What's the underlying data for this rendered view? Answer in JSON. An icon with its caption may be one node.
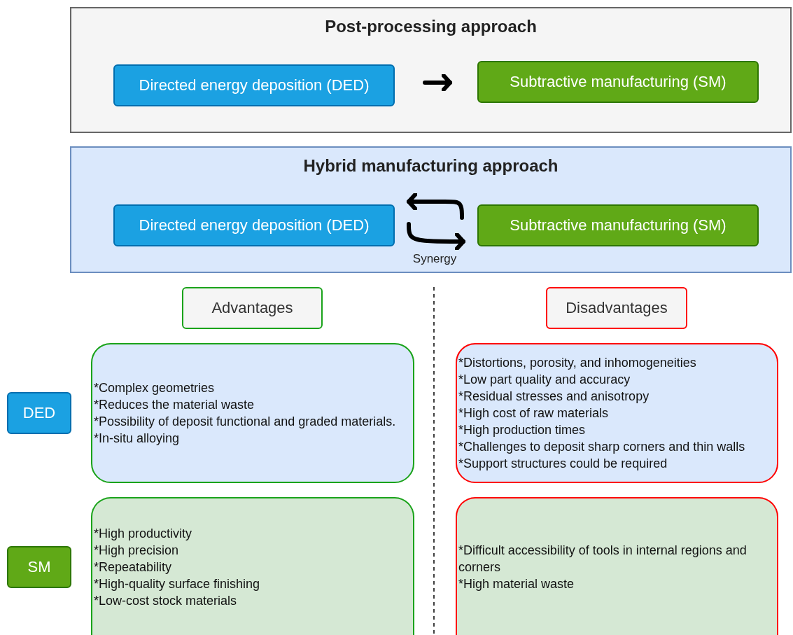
{
  "diagram": {
    "nodes": [
      {
        "text": [
          "Post-processing approach"
        ]
      },
      {
        "text": [
          "Directed energy deposition (DED)"
        ],
        "in": 0
      },
      {
        "text": [
          "Subtractive manufacturing (SM)"
        ],
        "in": 0
      },
      {
        "text": [
          "Hybrid manufacturing approach"
        ]
      },
      {
        "text": [
          "Directed energy deposition (DED)"
        ],
        "in": 3
      },
      {
        "text": [
          "Subtractive manufacturing (SM)"
        ],
        "in": 3
      },
      {
        "text": [
          "Advantages"
        ]
      },
      {
        "text": [
          "Disadvantages"
        ]
      },
      {
        "text": [
          "DED"
        ]
      },
      {
        "text": [
          "*Complex geometries",
          "*Reduces the material waste",
          "*Possibility of deposit functional and graded materials.",
          "*In-situ alloying"
        ]
      },
      {
        "text": [
          "*Distortions, porosity, and inhomogeneities",
          "*Low part quality and accuracy",
          "*Residual stresses and anisotropy",
          "*High cost of raw materials",
          "*High production times",
          "*Challenges to deposit sharp corners and thin walls",
          "*Support structures could be required"
        ]
      },
      {
        "text": [
          "SM"
        ]
      },
      {
        "text": [
          "*High productivity",
          "*High precision",
          "*Repeatability",
          "*High-quality surface finishing",
          "*Low-cost stock materials"
        ]
      },
      {
        "text": [
          "*Difficult accessibility of tools in internal regions and corners",
          "*High material waste"
        ]
      }
    ],
    "edges": [
      {
        "from": 1,
        "to": 2,
        "arrow": "to"
      },
      {
        "from": 5,
        "to": 4,
        "arrow": "to"
      },
      {
        "from": 4,
        "to": 5,
        "arrow": "to"
      }
    ],
    "labels": [
      "Synergy"
    ]
  }
}
